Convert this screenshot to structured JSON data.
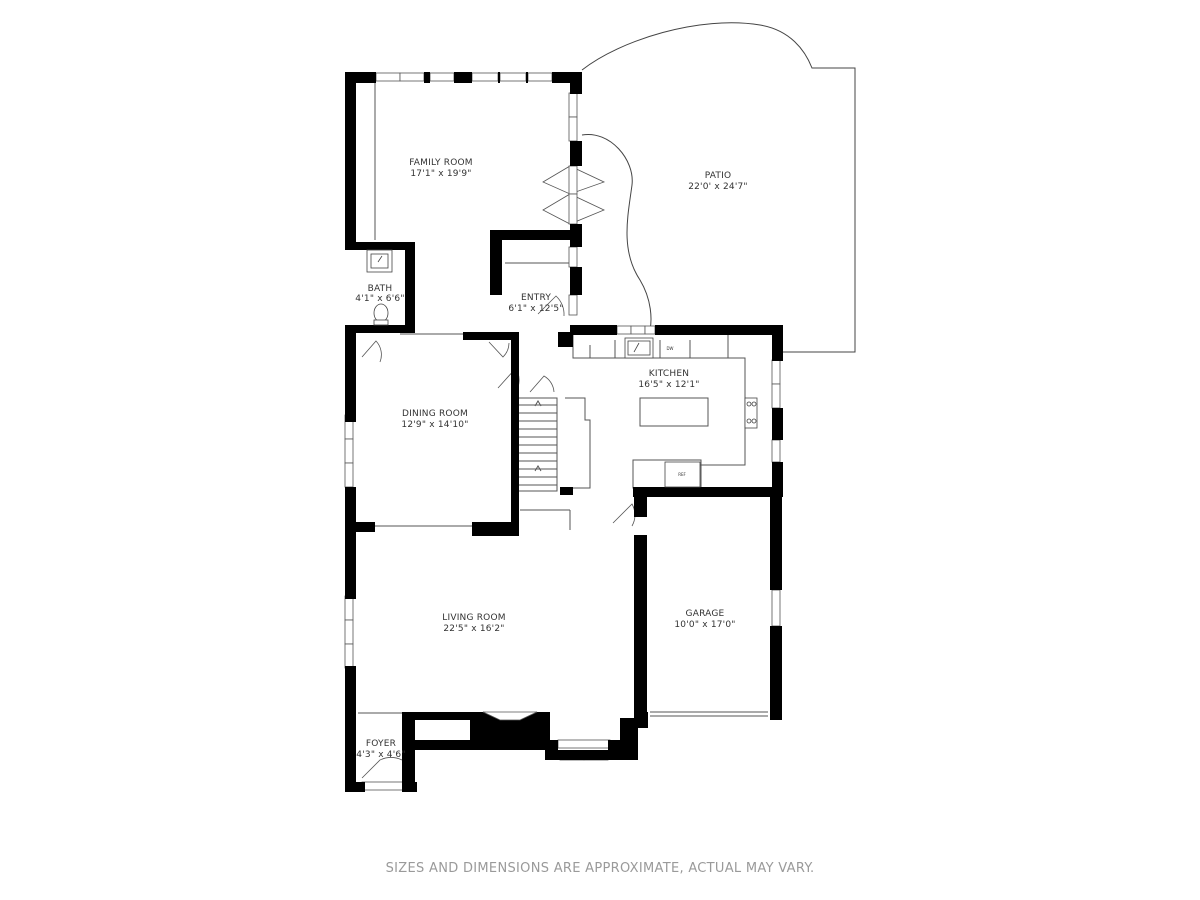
{
  "rooms": {
    "family_room": {
      "name": "FAMILY ROOM",
      "dims": "17'1\" x 19'9\""
    },
    "patio": {
      "name": "PATIO",
      "dims": "22'0' x 24'7\""
    },
    "bath": {
      "name": "BATH",
      "dims": "4'1\" x 6'6\""
    },
    "entry": {
      "name": "ENTRY",
      "dims": "6'1\" x 12'5\""
    },
    "kitchen": {
      "name": "KITCHEN",
      "dims": "16'5\" x 12'1\""
    },
    "dining_room": {
      "name": "DINING ROOM",
      "dims": "12'9\" x 14'10\""
    },
    "living_room": {
      "name": "LIVING ROOM",
      "dims": "22'5\" x 16'2\""
    },
    "garage": {
      "name": "GARAGE",
      "dims": "10'0\" x 17'0\""
    },
    "foyer": {
      "name": "FOYER",
      "dims": "4'3\" x 4'6\""
    }
  },
  "fixtures": {
    "dishwasher": "DW",
    "refrigerator": "REF"
  },
  "footer": {
    "disclaimer": "SIZES AND DIMENSIONS ARE APPROXIMATE, ACTUAL MAY VARY."
  }
}
